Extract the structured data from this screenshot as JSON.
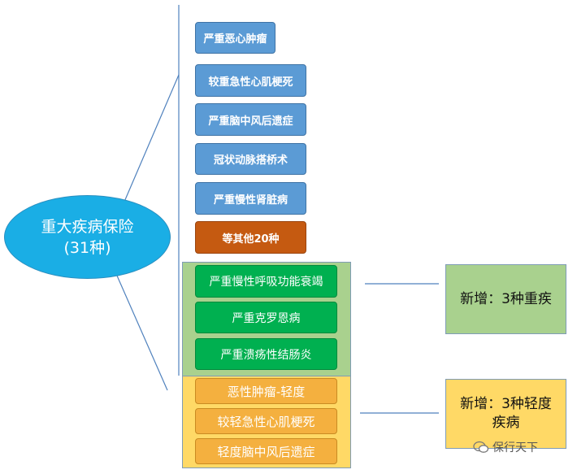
{
  "root": {
    "line1": "重大疾病保险",
    "line2": "(31种)"
  },
  "blue_items": [
    "严重恶心肿瘤",
    "较重急性心肌梗死",
    "严重脑中风后遗症",
    "冠状动脉搭桥术",
    "严重慢性肾脏病"
  ],
  "orange_item": "等其他20种",
  "green_items": [
    "严重慢性呼吸功能衰竭",
    "严重克罗恩病",
    "严重溃疡性结肠炎"
  ],
  "gold_items": [
    "恶性肿瘤-轻度",
    "较轻急性心肌梗死",
    "轻度脑中风后遗症"
  ],
  "notes": {
    "green": "新增：3种重疾",
    "gold": "新增：3种轻度疾病"
  },
  "watermark": "保行天下",
  "colors": {
    "ellipse": "#1aaee5",
    "blue": "#5b9bd5",
    "orange": "#c55a11",
    "green": "#00b050",
    "green_panel": "#a9d18e",
    "gold_panel": "#ffd966",
    "amber": "#f4b03f"
  }
}
